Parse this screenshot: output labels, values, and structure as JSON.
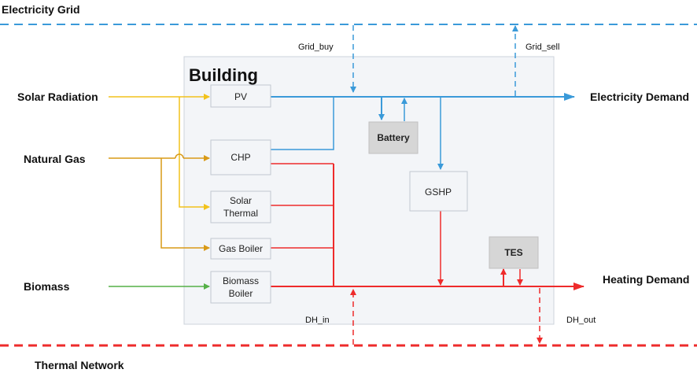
{
  "grids": {
    "electricity": "Electricity Grid",
    "thermal": "Thermal Network"
  },
  "building_title": "Building",
  "inputs": {
    "solar": "Solar Radiation",
    "gas": "Natural Gas",
    "biomass": "Biomass"
  },
  "outputs": {
    "electricity": "Electricity Demand",
    "heating": "Heating Demand"
  },
  "flows": {
    "grid_buy": "Grid_buy",
    "grid_sell": "Grid_sell",
    "dh_in": "DH_in",
    "dh_out": "DH_out"
  },
  "components": {
    "pv": "PV",
    "chp": "CHP",
    "solar_thermal_1": "Solar",
    "solar_thermal_2": "Thermal",
    "gas_boiler": "Gas Boiler",
    "biomass_boiler_1": "Biomass",
    "biomass_boiler_2": "Boiler",
    "battery": "Battery",
    "gshp": "GSHP",
    "tes": "TES"
  },
  "colors": {
    "electric": "#3a9ad9",
    "heat": "#ee2b2b",
    "solar": "#f2c21b",
    "gas": "#d99a17",
    "biomass": "#55b047"
  }
}
